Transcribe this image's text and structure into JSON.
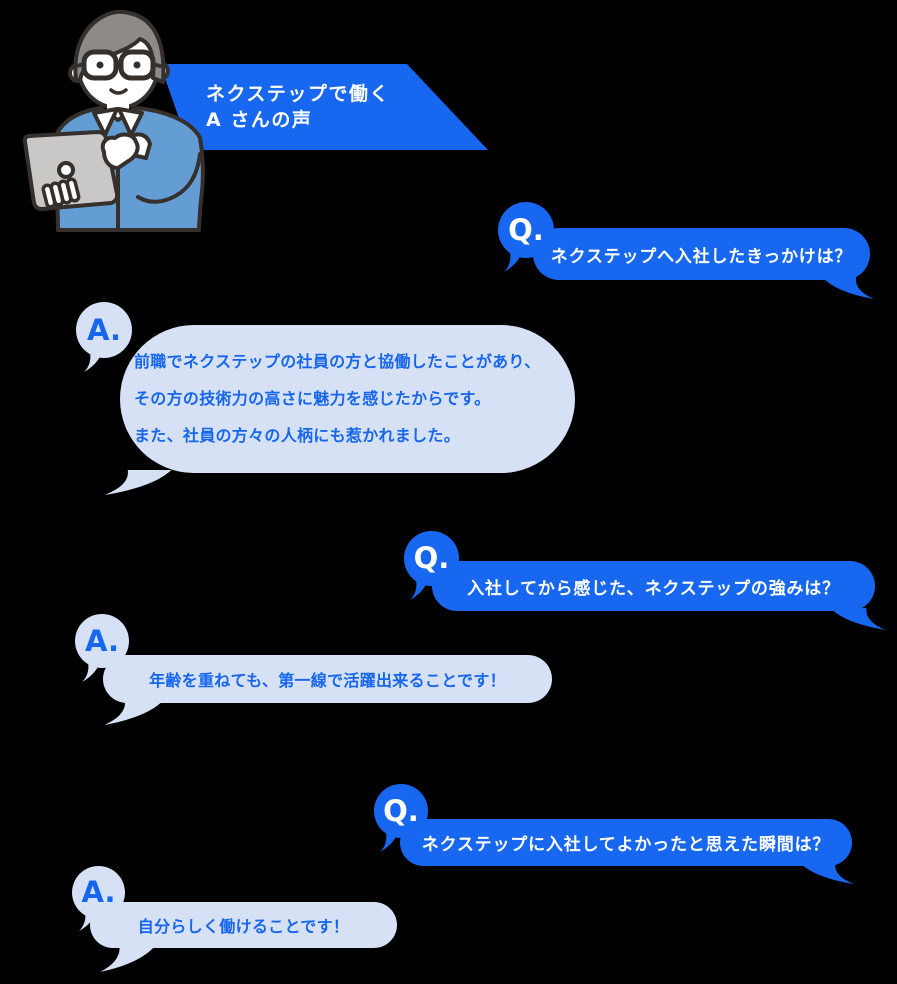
{
  "colors": {
    "background": "#000000",
    "primary-blue": "#1767F0",
    "answer-bg": "#D6E1F6",
    "answer-text": "#1766EE",
    "q-text": "#FFFFFF",
    "banner-text": "#FFFFFF",
    "outline": "#35302B",
    "hair": "#8D8A88",
    "skin": "#FFFFFF",
    "shirt": "#649CD4",
    "laptop": "#C9C8C6"
  },
  "illustration": {
    "label": "man-with-laptop-illustration"
  },
  "banner": {
    "line1": "ネクステップで働く",
    "line2": "A さんの声"
  },
  "qa": [
    {
      "q_label": "Q.",
      "question": "ネクステップへ入社したきっかけは？",
      "a_label": "A.",
      "answer_lines": [
        "前職でネクステップの社員の方と協働したことがあり、",
        "その方の技術力の高さに魅力を感じたからです。",
        "また、社員の方々の人柄にも惹かれました。"
      ]
    },
    {
      "q_label": "Q.",
      "question": "入社してから感じた、ネクステップの強みは？",
      "a_label": "A.",
      "answer_lines": [
        "年齢を重ねても、第一線で活躍出来ることです！"
      ]
    },
    {
      "q_label": "Q.",
      "question": "ネクステップに入社してよかったと思えた瞬間は？",
      "a_label": "A.",
      "answer_lines": [
        "自分らしく働けることです！"
      ]
    }
  ]
}
